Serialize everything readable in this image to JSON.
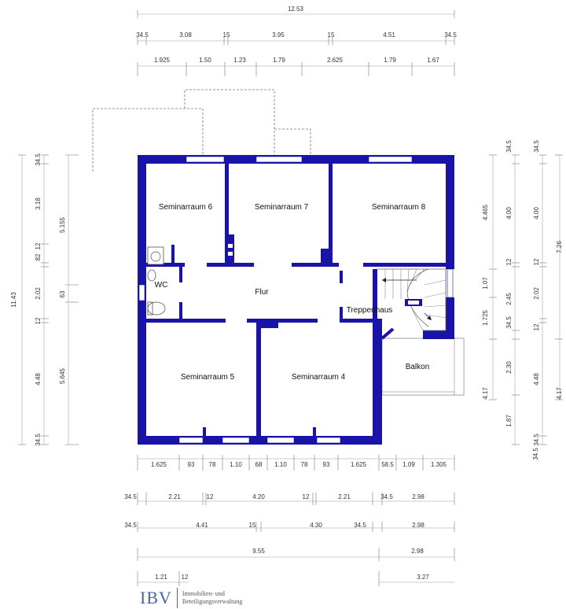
{
  "colors": {
    "wall": "#1a13a8",
    "logo": "#4a64a8"
  },
  "rooms": {
    "seminarraum6": "Seminarraum 6",
    "seminarraum7": "Seminarraum 7",
    "seminarraum8": "Seminarraum 8",
    "seminarraum5": "Seminarraum 5",
    "seminarraum4": "Seminarraum 4",
    "wc": "WC",
    "flur": "Flur",
    "treppenhaus": "Treppenhaus",
    "balkon": "Balkon"
  },
  "dims_top": {
    "row1": [
      "12.53"
    ],
    "row2": [
      "34.5",
      "3.08",
      "15",
      "3.95",
      "15",
      "4.51",
      "34.5"
    ],
    "row3": [
      "1.925",
      "1.50",
      "1.23",
      "1.79",
      "2.625",
      "1.79",
      "1.67"
    ]
  },
  "dims_bottom": {
    "row1": [
      "1.625",
      "93",
      "78",
      "1.10",
      "68",
      "1.10",
      "78",
      "93",
      "1.625",
      "58.5",
      "1.09",
      "1.305"
    ],
    "row2": [
      "34.5",
      "2.21",
      "12",
      "4.20",
      "12",
      "2.21",
      "34.5",
      "2.98"
    ],
    "row3": [
      "34.5",
      "4.41",
      "15",
      "4.30",
      "34.5",
      "2.98"
    ],
    "row4": [
      "9.55",
      "2.98"
    ],
    "row5": [
      "1.21",
      "12",
      "3.27"
    ]
  },
  "dims_left": {
    "total": "11.43",
    "col1": [
      "34.5",
      "3.18",
      "12",
      "82",
      "2.02",
      "12",
      "4.48",
      "34.5"
    ],
    "col2": [
      "5.155",
      "63",
      "5.645"
    ]
  },
  "dims_right": {
    "col1": [
      "4.465",
      "1.07",
      "1.725",
      "4.17"
    ],
    "col2": [
      "34.5",
      "4.00",
      "12",
      "2.45",
      "34.5",
      "2.30",
      "1.87",
      "34.5"
    ],
    "col3": [
      "34.5",
      "4.00",
      "12",
      "2.02",
      "12",
      "4.48",
      "34.5"
    ],
    "col4": [
      "7.26",
      "4.17"
    ]
  },
  "logo": {
    "mark": "IBV",
    "line1": "Immobilien- und",
    "line2": "Beteiligungsverwaltung"
  }
}
